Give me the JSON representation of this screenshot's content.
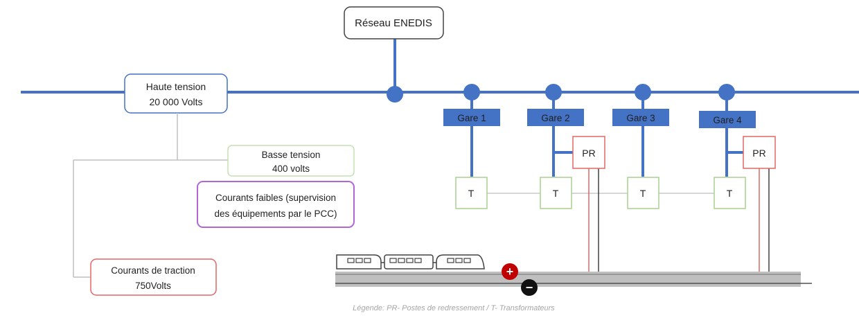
{
  "nodes": {
    "enedis": "Réseau ENEDIS",
    "haute_tension": [
      "Haute tension",
      "20 000 Volts"
    ],
    "basse_tension": [
      "Basse tension",
      "400 volts"
    ],
    "courants_faibles": [
      "Courants faibles (supervision",
      "des équipements par le PCC)"
    ],
    "courants_traction": [
      "Courants de traction",
      "750Volts"
    ]
  },
  "stations": [
    {
      "label": "Gare 1",
      "has_pr": false
    },
    {
      "label": "Gare 2",
      "has_pr": true
    },
    {
      "label": "Gare 3",
      "has_pr": false
    },
    {
      "label": "Gare 4",
      "has_pr": true
    }
  ],
  "pr_label": "PR",
  "transformer_label": "T",
  "polarity": {
    "plus": "+",
    "minus": "−"
  },
  "legend": "Légende: PR- Postes de redressement / T- Transformateurs",
  "colors": {
    "network_blue": "#4472c4",
    "station_fill": "#4472c4",
    "pr_red": "#e06666",
    "traction_red": "#e06666",
    "basse_green": "#c5e0b4",
    "faible_purple": "#b266d6",
    "transfo_green": "#a9d18e",
    "plus_red": "#c00000",
    "rail_gray": "#bfbfbf"
  }
}
